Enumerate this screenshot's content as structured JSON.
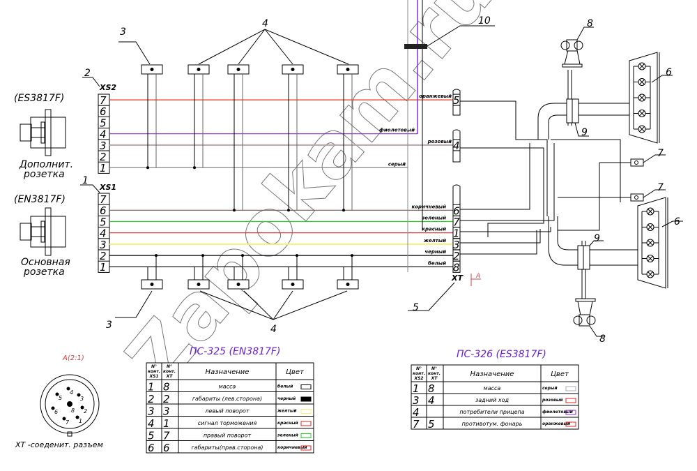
{
  "colors": {
    "orange": "#e0341c",
    "violet": "#8a2be2",
    "pink": "#b9a3a8",
    "gray": "#7a7a7a",
    "brown": "#7a5a5a",
    "green": "#22d022",
    "red": "#e02020",
    "yellow": "#f5f07a",
    "black": "#000000",
    "title": "#6a1fd0",
    "detail_label": "#d04040"
  },
  "callouts": {
    "c1": "1",
    "c2": "2",
    "c3_top": "3",
    "c3_bottom": "3",
    "c4_top": "4",
    "c4_bottom": "4",
    "c5": "5",
    "c6_top": "6",
    "c6_bottom": "6",
    "c7_top": "7",
    "c7_bottom": "7",
    "c8_top": "8",
    "c8_bottom": "8",
    "c9_top": "9",
    "c9_bottom": "9",
    "c10": "10"
  },
  "sockets": {
    "additional": {
      "model": "(ES3817F)",
      "name_line1": "Дополнит.",
      "name_line2": "розетка",
      "connector": "XS2"
    },
    "main": {
      "model": "(EN3817F)",
      "name_line1": "Основная",
      "name_line2": "розетка",
      "connector": "XS1"
    }
  },
  "xs2_pins": [
    "7",
    "6",
    "5",
    "4",
    "3",
    "2",
    "1"
  ],
  "xs1_pins": [
    "7",
    "6",
    "5",
    "4",
    "3",
    "2",
    "1"
  ],
  "xt_label": "XT",
  "section_marker": "A",
  "wires_xs2": [
    {
      "pin": "7",
      "xt": "5",
      "label": "оранжевый",
      "color": "orange"
    },
    {
      "pin": "4",
      "xt": "",
      "label": "фиолетовый",
      "color": "violet"
    },
    {
      "pin": "3",
      "xt": "4",
      "label": "розовый",
      "color": "pink"
    },
    {
      "pin": "1",
      "xt": "",
      "label": "серый",
      "color": "gray"
    }
  ],
  "wires_xs1": [
    {
      "pin": "6",
      "xt": "6",
      "label": "коричневый",
      "color": "brown"
    },
    {
      "pin": "5",
      "xt": "7",
      "label": "зеленый",
      "color": "green"
    },
    {
      "pin": "4",
      "xt": "1",
      "label": "красный",
      "color": "red"
    },
    {
      "pin": "3",
      "xt": "3",
      "label": "желтый",
      "color": "yellow"
    },
    {
      "pin": "2",
      "xt": "2",
      "label": "черный",
      "color": "black"
    },
    {
      "pin": "1",
      "xt": "8",
      "label": "белый",
      "color": "black"
    }
  ],
  "connector_detail": {
    "title": "A(2:1)",
    "pins": [
      "1",
      "2",
      "3",
      "4",
      "5",
      "6",
      "7",
      "8"
    ],
    "caption": "XT -соедeнит. разъем"
  },
  "table_ps325": {
    "title": "ПС-325 (EN3817F)",
    "headers": [
      "N° конт. XS1",
      "N° конт. XT",
      "Назначение",
      "Цвет"
    ],
    "rows": [
      {
        "xs": "1",
        "xt": "8",
        "purpose": "масса",
        "color_name": "белый",
        "swatch": "#ffffff"
      },
      {
        "xs": "2",
        "xt": "2",
        "purpose": "габариты (лев.сторона)",
        "color_name": "черный",
        "swatch": "#000000"
      },
      {
        "xs": "3",
        "xt": "3",
        "purpose": "левый поворот",
        "color_name": "желтый",
        "swatch": "#f5f07a"
      },
      {
        "xs": "4",
        "xt": "1",
        "purpose": "сигнал торможения",
        "color_name": "красный",
        "swatch": "#e02020"
      },
      {
        "xs": "5",
        "xt": "7",
        "purpose": "правый поворот",
        "color_name": "зеленый",
        "swatch": "#22d022"
      },
      {
        "xs": "6",
        "xt": "6",
        "purpose": "габариты(прав.сторона)",
        "color_name": "коричневый",
        "swatch": "#e02020"
      }
    ]
  },
  "table_ps326": {
    "title": "ПС-326 (ES3817F)",
    "headers": [
      "N° конт. XS2",
      "N° конт. XT",
      "Назначение",
      "Цвет"
    ],
    "rows": [
      {
        "xs": "1",
        "xt": "8",
        "purpose": "масса",
        "color_name": "серый",
        "swatch": "#b0a8b8"
      },
      {
        "xs": "3",
        "xt": "4",
        "purpose": "задний ход",
        "color_name": "розовый",
        "swatch": "#e02020"
      },
      {
        "xs": "4",
        "xt": "",
        "purpose": "потребители прицепа",
        "color_name": "фиолетовый",
        "swatch": "#8a2be2"
      },
      {
        "xs": "7",
        "xt": "5",
        "purpose": "противотум. фонарь",
        "color_name": "оранжевый",
        "swatch": "#e02020"
      }
    ]
  },
  "watermark": "Zapokam.ru"
}
